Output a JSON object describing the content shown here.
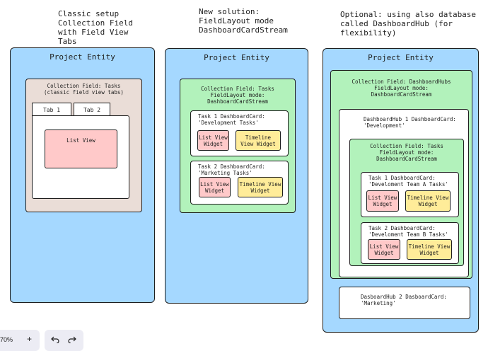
{
  "headings": {
    "col1": "Classic setup\nCollection Field\nwith Field View Tabs",
    "col2": "New solution:\nFieldLayout mode\nDashboardCardStream",
    "col3": "Optional: using also database\ncalled DashboardHub (for\nflexibility)"
  },
  "entity_title": "Project Entity",
  "col1": {
    "collection_label": "Collection Field: Tasks\n(classic field view tabs)",
    "tab1": "Tab 1",
    "tab2": "Tab 2",
    "list_view": "List View"
  },
  "col2": {
    "collection_label": "Collection Field: Tasks\nFieldLayout mode:\nDashboardCardStream",
    "card1": "Task 1 DashboardCard:\n'Development Tasks'",
    "card2": "Task 2 DashboardCard:\n'Marketing Tasks'",
    "list_widget": "List View\nWidget",
    "timeline_widget": "Timeline\nView Widget",
    "list_widget2": "List View\nWidget",
    "timeline_widget2": "Timeline View\nWidget"
  },
  "col3": {
    "collection_label": "Collection Field: DashboardHubs\nFieldLayout mode:\nDashboardCardStream",
    "hub1": "DashboardHub 1 DashboardCard:\n'Development'",
    "inner_collection": "Collection Field: Tasks\nFieldLayout mode:\nDashboardCardStream",
    "card1": "Task 1 DashboardCard:\n'Develoment Team A Tasks'",
    "card2": "Task 2 DashboardCard:\n'Develoment Team B Tasks'",
    "list_widget": "List View\nWidget",
    "timeline_widget": "Timeline View\nWidget",
    "list_widget2": "List View\nWidget",
    "timeline_widget2": "Timeline View\nWidget",
    "hub2": "DasboardHub 2 DasboardCard:\n'Marketing'"
  },
  "toolbar": {
    "zoom": "70%",
    "zoom_in": "+",
    "undo_icon": "undo-icon",
    "redo_icon": "redo-icon"
  }
}
